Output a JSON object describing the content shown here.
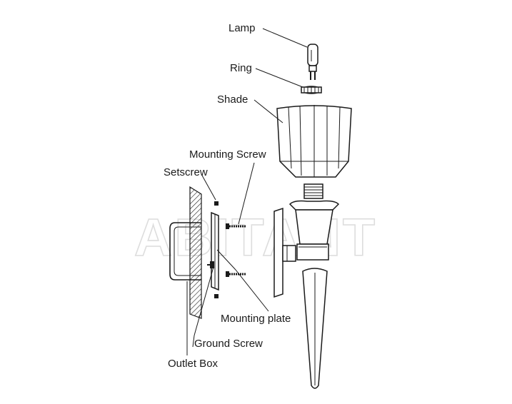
{
  "watermark": "ABITANT",
  "labels": {
    "lamp": "Lamp",
    "ring": "Ring",
    "shade": "Shade",
    "mounting_screw": "Mounting Screw",
    "setscrew": "Setscrew",
    "mounting_plate": "Mounting plate",
    "ground_screw": "Ground Screw",
    "outlet_box": "Outlet Box"
  }
}
